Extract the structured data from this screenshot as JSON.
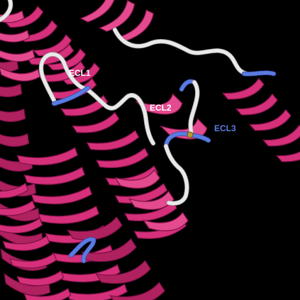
{
  "labels": {
    "ecl1": "ECL1",
    "ecl2": "ECL2",
    "ecl3": "ECL3"
  },
  "colors": {
    "background": "#000000",
    "helix": "#d6307b",
    "loop_white": "#e9e9e9",
    "loop_blue": "#5b7be0",
    "label_white": "#ffffff",
    "label_blue": "#5b7be0"
  }
}
